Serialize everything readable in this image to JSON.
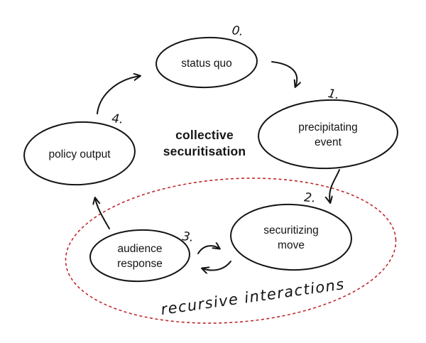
{
  "diagram": {
    "title": {
      "line1": "collective",
      "line2": "securitisation"
    },
    "nodes": [
      {
        "id": "status-quo",
        "number": "0.",
        "line1": "status quo",
        "line2": ""
      },
      {
        "id": "precipitating-event",
        "number": "1.",
        "line1": "precipitating",
        "line2": "event"
      },
      {
        "id": "securitizing-move",
        "number": "2.",
        "line1": "securitizing",
        "line2": "move"
      },
      {
        "id": "audience-response",
        "number": "3.",
        "line1": "audience",
        "line2": "response"
      },
      {
        "id": "policy-output",
        "number": "4.",
        "line1": "policy output",
        "line2": ""
      }
    ],
    "annotation": {
      "label": "recursive interactions"
    },
    "colors": {
      "ink": "#141414",
      "red": "#bf272d",
      "background": "#ffffff"
    }
  }
}
